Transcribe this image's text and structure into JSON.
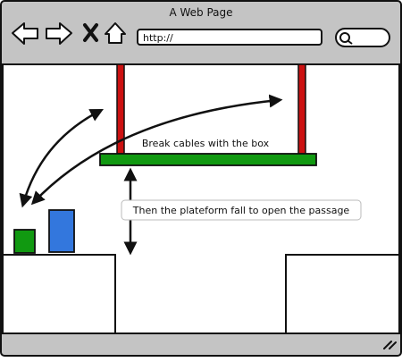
{
  "window": {
    "title": "A Web Page",
    "controls": {
      "back_icon": "arrow-left",
      "forward_icon": "arrow-right",
      "stop_icon": "x-mark",
      "home_icon": "house"
    },
    "address_bar": {
      "value": "http://"
    },
    "search": {
      "icon": "magnifier"
    },
    "resize_grip_icon": "diagonal-lines"
  },
  "canvas": {
    "labels": {
      "cables_hint": "Break cables with the box",
      "platform_hint": "Then the plateform fall to open the passage"
    },
    "colors": {
      "cable": "#cc1111",
      "platform": "#119911",
      "small_box": "#119911",
      "tall_box": "#3377dd",
      "chrome": "#c0c0c0",
      "outline": "#111111"
    }
  }
}
